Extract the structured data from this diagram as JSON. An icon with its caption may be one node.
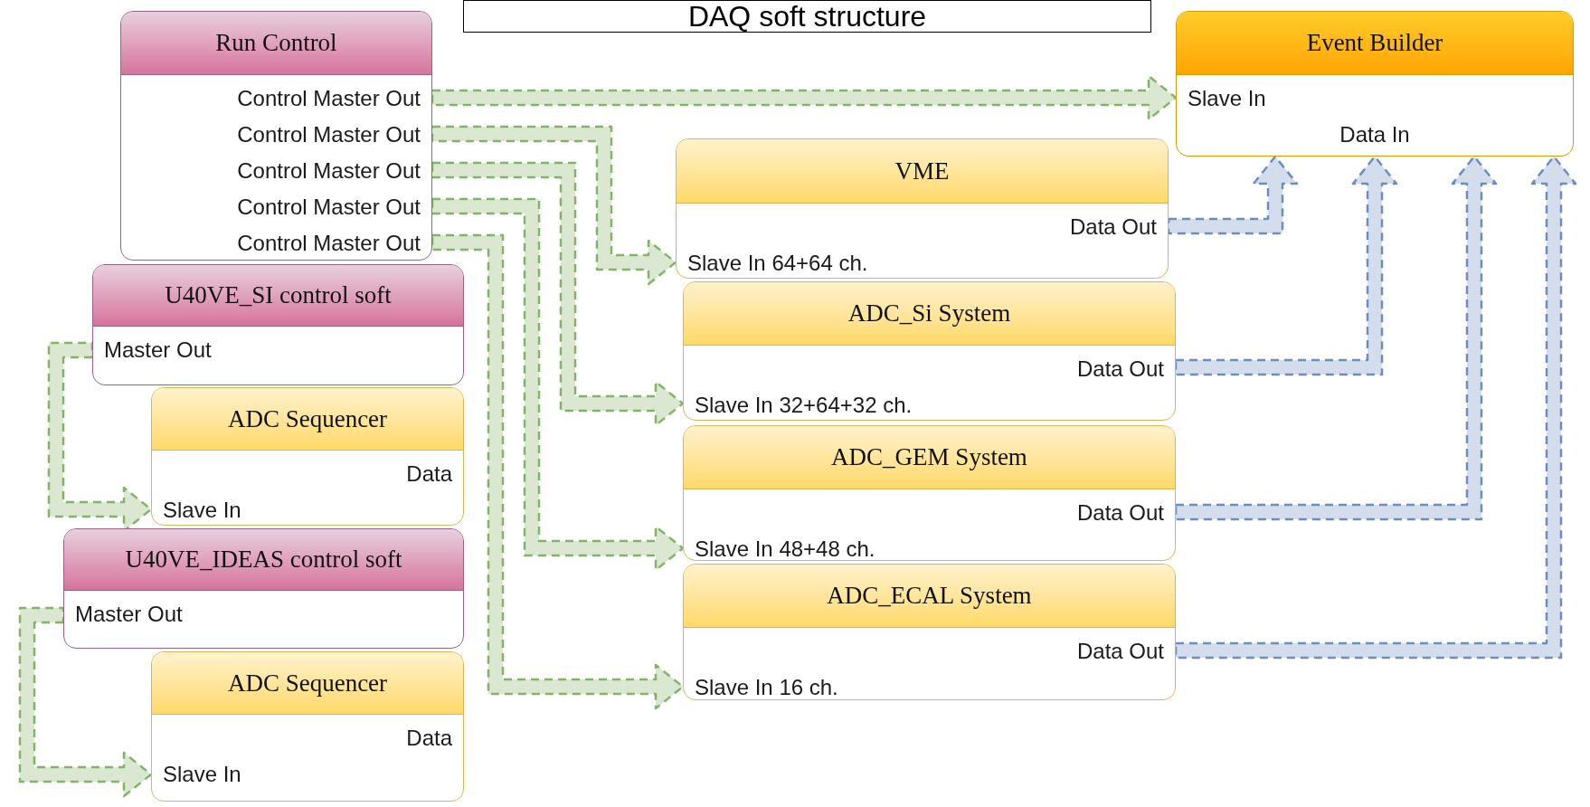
{
  "diagram": {
    "title": "DAQ soft structure",
    "nodes": [
      {
        "text": [
          "Run Control",
          "Control Master Out",
          "Control Master Out",
          "Control Master Out",
          "Control Master Out",
          "Control Master Out"
        ]
      },
      {
        "text": [
          "U40VE_SI control soft",
          "Master Out"
        ]
      },
      {
        "text": [
          "ADC Sequencer",
          "Data",
          "Slave In"
        ]
      },
      {
        "text": [
          "U40VE_IDEAS control soft",
          "Master Out"
        ]
      },
      {
        "text": [
          "ADC Sequencer",
          "Data",
          "Slave In"
        ]
      },
      {
        "text": [
          "Event Builder",
          "Slave In",
          "Data In"
        ]
      },
      {
        "text": [
          "VME",
          "Data Out",
          "Slave In 64+64 ch."
        ]
      },
      {
        "text": [
          "ADC_Si System",
          "Data Out",
          "Slave In 32+64+32 ch."
        ]
      },
      {
        "text": [
          "ADC_GEM System",
          "Data Out",
          "Slave In 48+48 ch."
        ]
      },
      {
        "text": [
          "ADC_ECAL System",
          "Data Out",
          "Slave In 16 ch."
        ]
      }
    ],
    "edges": [
      {
        "from": 0,
        "to": 5,
        "arrow": "to",
        "style": "dashed"
      },
      {
        "from": 0,
        "to": 6,
        "arrow": "to",
        "style": "dashed"
      },
      {
        "from": 0,
        "to": 7,
        "arrow": "to",
        "style": "dashed"
      },
      {
        "from": 0,
        "to": 8,
        "arrow": "to",
        "style": "dashed"
      },
      {
        "from": 0,
        "to": 9,
        "arrow": "to",
        "style": "dashed"
      },
      {
        "from": 1,
        "to": 2,
        "arrow": "to",
        "style": "dashed"
      },
      {
        "from": 3,
        "to": 4,
        "arrow": "to",
        "style": "dashed"
      },
      {
        "from": 6,
        "to": 5,
        "arrow": "to",
        "style": "dashed",
        "color": "#6c8ebf"
      },
      {
        "from": 7,
        "to": 5,
        "arrow": "to",
        "style": "dashed",
        "color": "#6c8ebf"
      },
      {
        "from": 8,
        "to": 5,
        "arrow": "to",
        "style": "dashed",
        "color": "#6c8ebf"
      },
      {
        "from": 9,
        "to": 5,
        "arrow": "to",
        "style": "dashed",
        "color": "#6c8ebf"
      }
    ]
  }
}
